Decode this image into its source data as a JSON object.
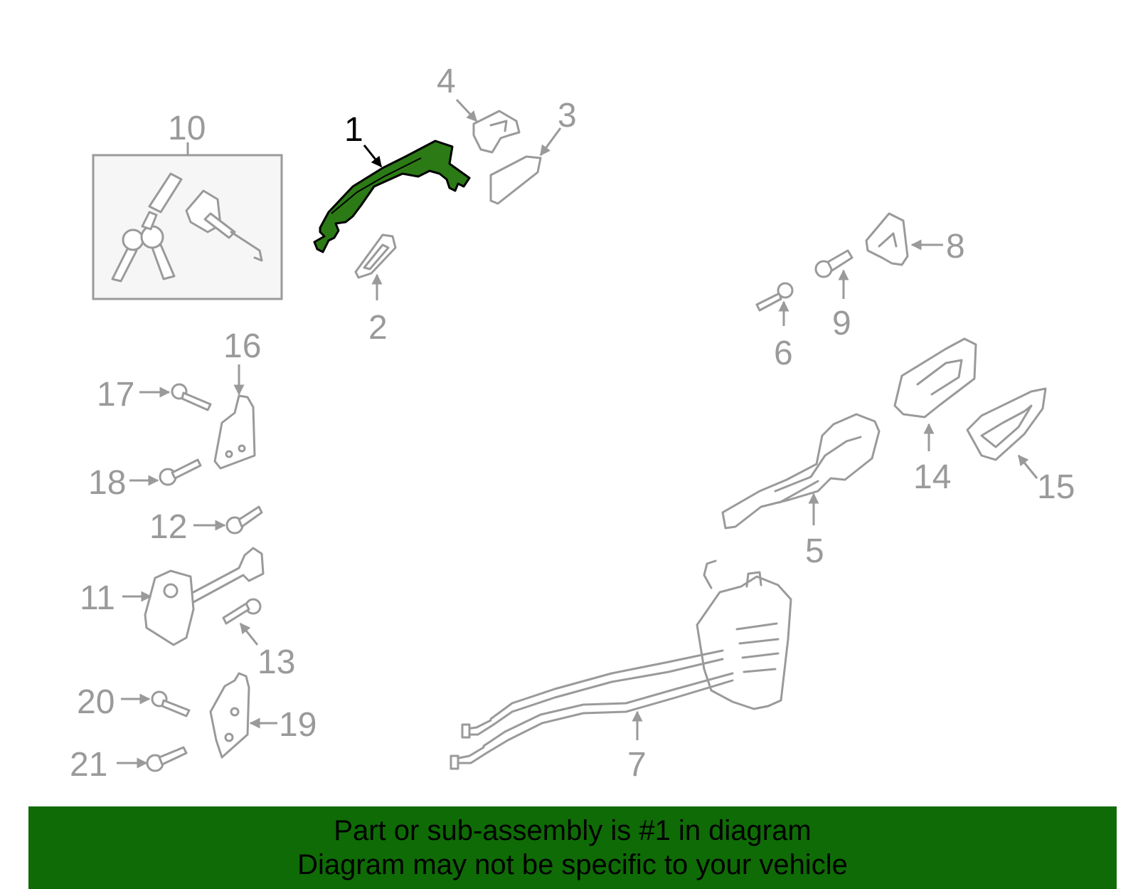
{
  "callouts": {
    "c1": "1",
    "c2": "2",
    "c3": "3",
    "c4": "4",
    "c5": "5",
    "c6": "6",
    "c7": "7",
    "c8": "8",
    "c9": "9",
    "c10": "10",
    "c11": "11",
    "c12": "12",
    "c13": "13",
    "c14": "14",
    "c15": "15",
    "c16": "16",
    "c17": "17",
    "c18": "18",
    "c19": "19",
    "c20": "20",
    "c21": "21"
  },
  "banner": {
    "line1": "Part or sub-assembly is #1 in diagram",
    "line2": "Diagram may not be specific to your vehicle"
  },
  "colors": {
    "highlight": "#2c7a16",
    "banner": "#0f6b06",
    "line_art": "#9a9a9a"
  }
}
